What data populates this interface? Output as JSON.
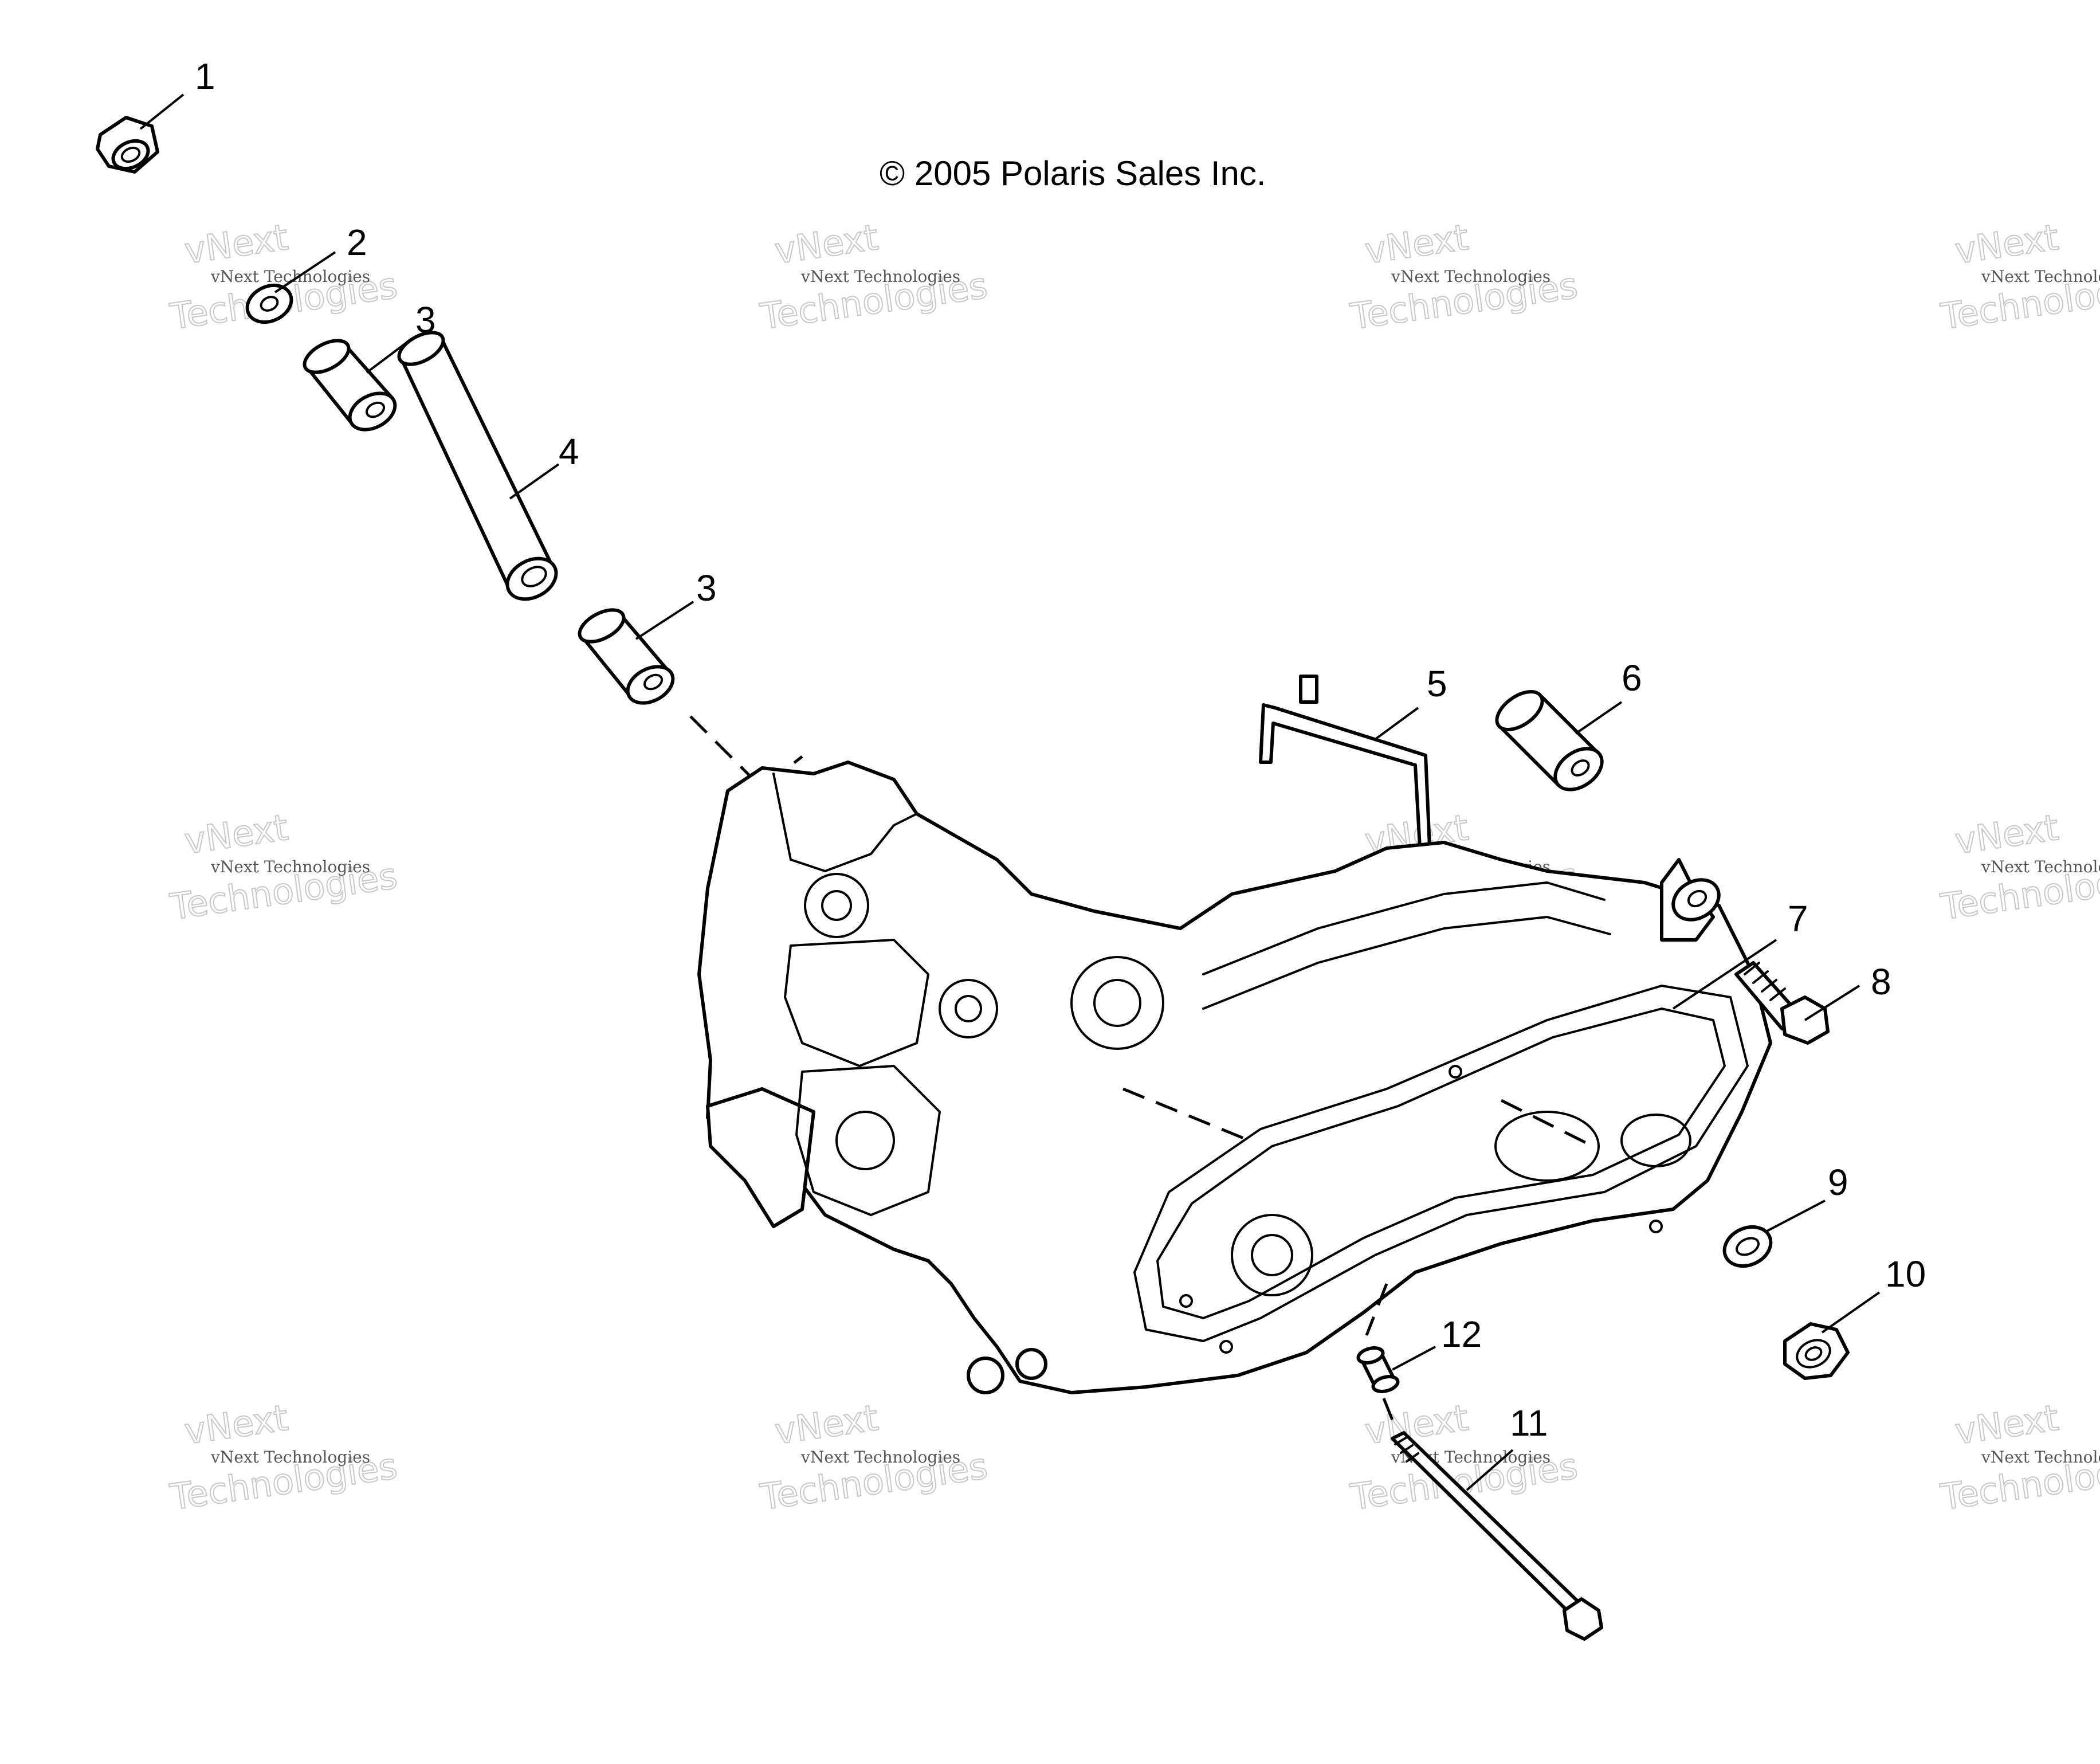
{
  "copyright": "© 2005 Polaris Sales Inc.",
  "watermark": {
    "line1": "vNext Technologies",
    "big_top": "vNext",
    "big_bottom": "Technologies"
  },
  "callouts": [
    {
      "id": "c1",
      "label": "1"
    },
    {
      "id": "c2",
      "label": "2"
    },
    {
      "id": "c3a",
      "label": "3"
    },
    {
      "id": "c4",
      "label": "4"
    },
    {
      "id": "c3b",
      "label": "3"
    },
    {
      "id": "c5",
      "label": "5"
    },
    {
      "id": "c6",
      "label": "6"
    },
    {
      "id": "c7",
      "label": "7"
    },
    {
      "id": "c8",
      "label": "8"
    },
    {
      "id": "c9",
      "label": "9"
    },
    {
      "id": "c10",
      "label": "10"
    },
    {
      "id": "c12",
      "label": "12"
    },
    {
      "id": "c11",
      "label": "11"
    }
  ]
}
